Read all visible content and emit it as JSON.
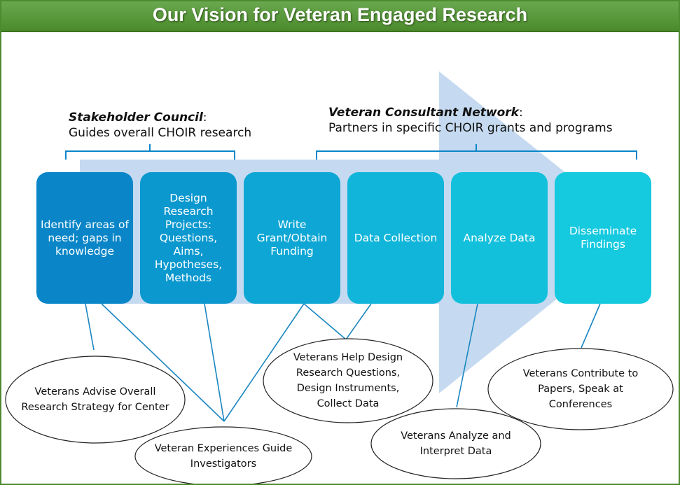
{
  "title": "Our Vision for Veteran Engaged Research",
  "groups": {
    "stakeholder": {
      "head": "Stakeholder Council",
      "sub": "Guides overall CHOIR research"
    },
    "veteran": {
      "head": "Veteran Consultant Network",
      "sub": "Partners in specific CHOIR grants and programs"
    }
  },
  "steps": [
    {
      "label": "Identify areas of need; gaps in knowledge",
      "color": "#0a86c8"
    },
    {
      "label": "Design Research Projects: Questions, Aims, Hypotheses, Methods",
      "color": "#0b98cf"
    },
    {
      "label": "Write Grant/Obtain Funding",
      "color": "#0ea7d5"
    },
    {
      "label": "Data Collection",
      "color": "#11b5da"
    },
    {
      "label": "Analyze Data",
      "color": "#13c0dc"
    },
    {
      "label": "Disseminate Findings",
      "color": "#15c9df"
    }
  ],
  "ovals": [
    {
      "label": "Veterans Advise Overall Research Strategy for Center"
    },
    {
      "label": "Veteran Experiences Guide Investigators"
    },
    {
      "label": "Veterans Help Design Research Questions, Design Instruments, Collect Data"
    },
    {
      "label": "Veterans Analyze and Interpret Data"
    },
    {
      "label": "Veterans Contribute to Papers, Speak at Conferences"
    }
  ],
  "colors": {
    "frame": "#4e8a2f",
    "arrow": "#c5daf0",
    "connector": "#1a86c0",
    "bracket": "#0a86c8"
  }
}
